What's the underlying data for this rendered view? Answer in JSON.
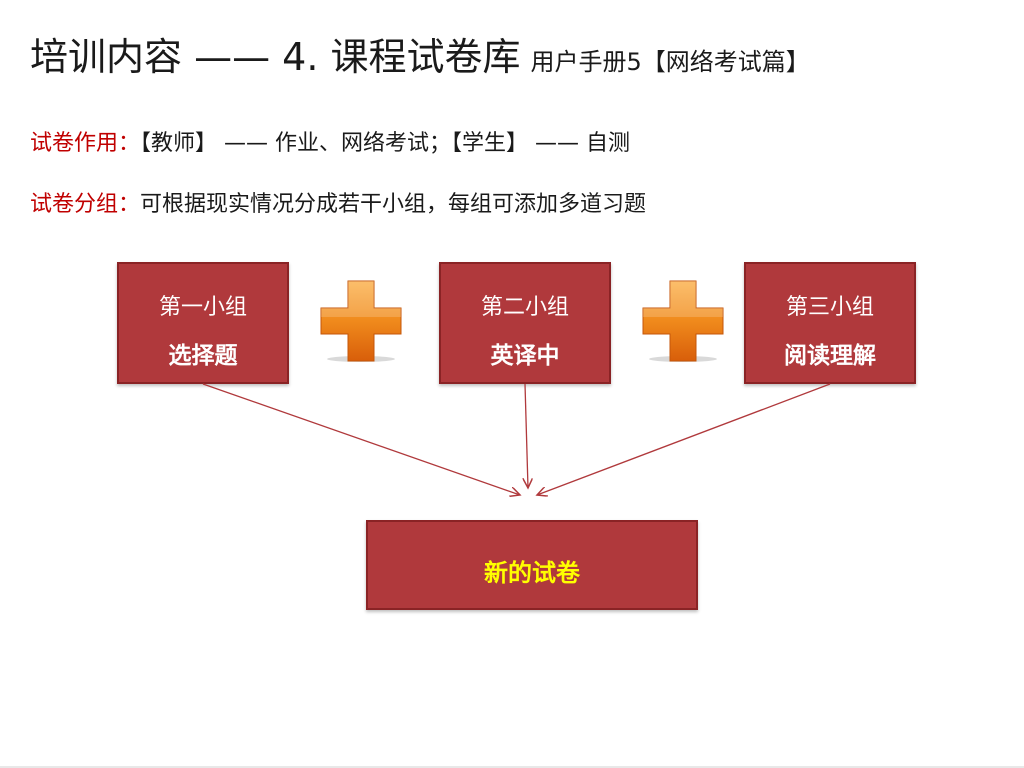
{
  "slide": {
    "title": {
      "main": "培训内容 —— 4. 课程试卷库",
      "sub": "用户手册5【网络考试篇】"
    },
    "usage": {
      "label": "试卷作用：",
      "text": "【教师】 —— 作业、网络考试；【学生】 —— 自测"
    },
    "grouping": {
      "label": "试卷分组：",
      "text": "可根据现实情况分成若干小组，每组可添加多道习题"
    }
  },
  "diagram": {
    "groups": [
      {
        "name": "第一小组",
        "type": "选择题"
      },
      {
        "name": "第二小组",
        "type": "英译中"
      },
      {
        "name": "第三小组",
        "type": "阅读理解"
      }
    ],
    "result": {
      "label": "新的试卷"
    },
    "operator_icon": "plus-icon",
    "colors": {
      "box_fill": "#b0393c",
      "box_border": "#8a2325",
      "box_text": "#ffffff",
      "result_text": "#ffff00",
      "plus_fill": "#f08a1c",
      "arrow": "#b0393c",
      "label_red": "#c00000"
    }
  }
}
